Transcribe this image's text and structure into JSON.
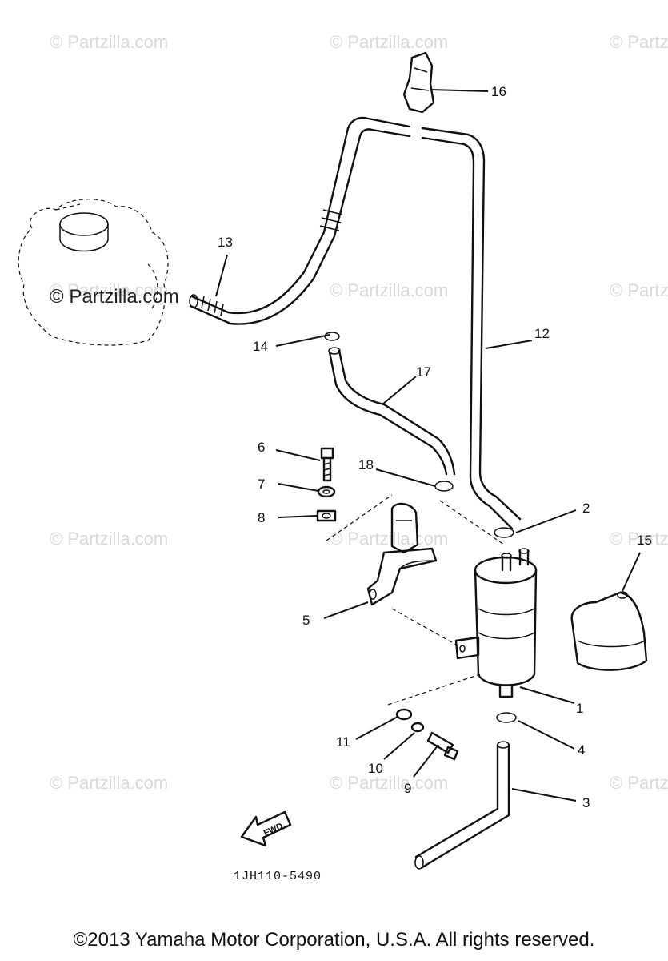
{
  "watermarks": [
    "© Partzilla.com",
    "© Partzilla.com",
    "© Partzilla.com",
    "© Partzilla.com",
    "© Partzilla.com",
    "© Partzilla.com",
    "© Partzilla.com",
    "© Partzilla.com",
    "© Partzilla.com",
    "© Partzilla.com",
    "© Partzilla.com",
    "© Partzilla.com"
  ],
  "watermark_primary": "© Partzilla.com",
  "callouts": [
    "1",
    "2",
    "3",
    "4",
    "5",
    "6",
    "7",
    "8",
    "9",
    "10",
    "11",
    "12",
    "13",
    "14",
    "15",
    "16",
    "17",
    "18"
  ],
  "fwd_label": "FWD",
  "diagram_code": "1JH110-5490",
  "copyright": "©2013 Yamaha Motor Corporation, U.S.A. All rights reserved."
}
